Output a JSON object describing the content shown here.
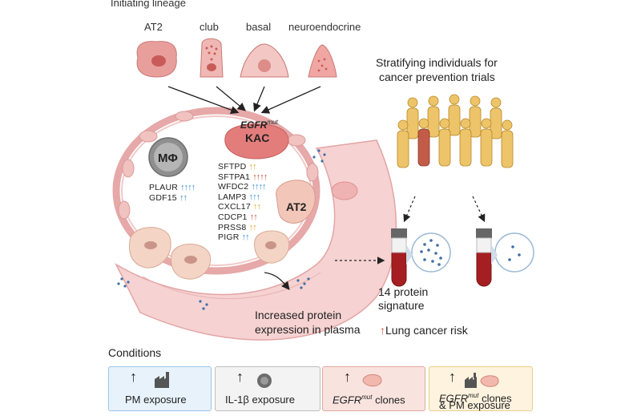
{
  "header": {
    "initiating_lineage": "Initiating lineage"
  },
  "cells": [
    {
      "label": "AT2"
    },
    {
      "label": "club"
    },
    {
      "label": "basal"
    },
    {
      "label": "neuroendocrine"
    }
  ],
  "kac": {
    "gene": "EGFR",
    "sup": "mut",
    "label": "KAC"
  },
  "macrophage": {
    "label": "MΦ",
    "genes": [
      {
        "name": "PLAUR",
        "arrows": "↑↑↑↑"
      },
      {
        "name": "GDF15",
        "arrows": "↑↑"
      }
    ]
  },
  "genes": [
    {
      "name": "SFTPD",
      "arrows": "↑↑"
    },
    {
      "name": "SFTPA1",
      "arrows": "↑↑↑↑"
    },
    {
      "name": "WFDC2",
      "arrows": "↑↑↑↑"
    },
    {
      "name": "LAMP3",
      "arrows": "↑↑↑"
    },
    {
      "name": "CXCL17",
      "arrows": "↑↑"
    },
    {
      "name": "CDCP1",
      "arrows": "↑↑"
    },
    {
      "name": "PRSS8",
      "arrows": "↑↑"
    },
    {
      "name": "PIGR",
      "arrows": "↑↑"
    }
  ],
  "at2_alveolus": "AT2",
  "plasma": {
    "line1": "Increased protein",
    "line2": "expression in plasma"
  },
  "stratify": {
    "line1": "Stratifying individuals for",
    "line2": "cancer prevention trials"
  },
  "signature": {
    "line1": "14 protein",
    "line2": "signature"
  },
  "risk": {
    "arrow": "↑",
    "label": "Lung cancer risk"
  },
  "conditions": {
    "title": "Conditions",
    "items": [
      {
        "arrow": "↑",
        "label": "PM exposure"
      },
      {
        "arrow": "↑",
        "label_pre": "IL-1",
        "label_beta": "β",
        "label_post": " exposure"
      },
      {
        "arrow": "↑",
        "gene": "EGFR",
        "sup": "mut",
        "label": " clones"
      },
      {
        "arrow": "↑",
        "gene": "EGFR",
        "sup": "mut",
        "label": " clones",
        "line2": "& PM exposure"
      }
    ]
  },
  "colors": {
    "blue": "#3b8fd0",
    "grey": "#555555",
    "red": "#c9553a",
    "gold": "#e0a829",
    "cell_pink": "#e8a3a0",
    "vessel": "#f4cccc"
  }
}
